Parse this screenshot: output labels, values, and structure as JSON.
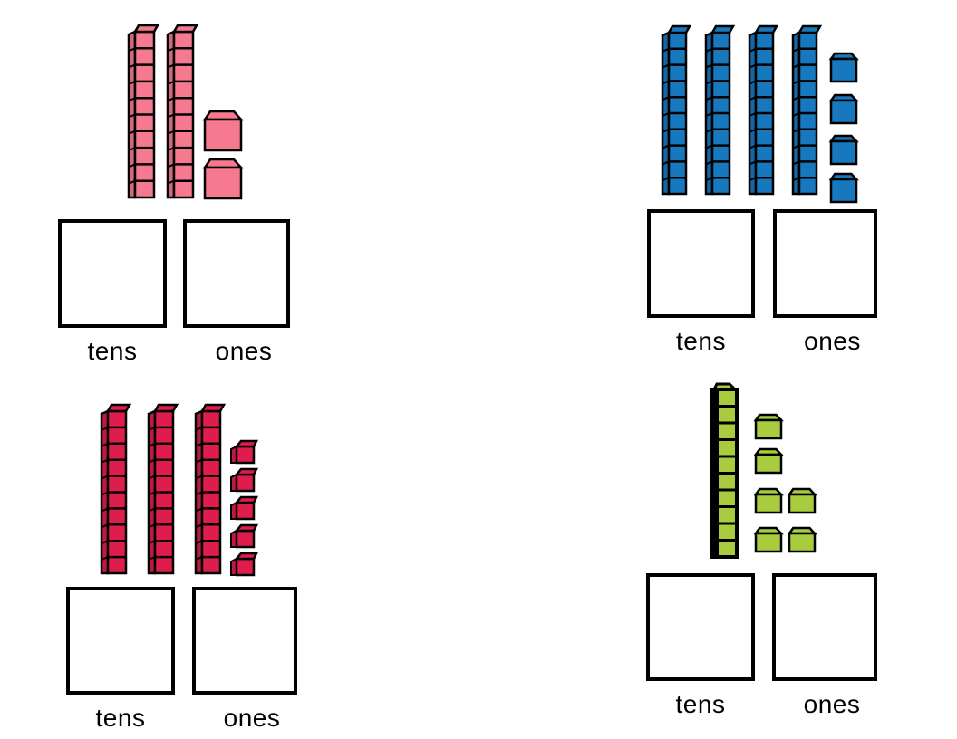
{
  "worksheet": {
    "background_color": "#ffffff",
    "box_border_color": "#000000",
    "label_color": "#000000"
  },
  "groups": [
    {
      "name": "pink-group",
      "quadrant": "top-left",
      "block_color": "#F5798F",
      "outline_color": "#000000",
      "tens_count": 2,
      "ones_count": 2,
      "rod_style": "iso",
      "cube_style": "bevel",
      "tens_label": "tens",
      "ones_label": "ones"
    },
    {
      "name": "blue-group",
      "quadrant": "top-right",
      "block_color": "#1878BE",
      "outline_color": "#000000",
      "tens_count": 4,
      "ones_count": 4,
      "rod_style": "iso",
      "cube_style": "bevel",
      "tens_label": "tens",
      "ones_label": "ones"
    },
    {
      "name": "red-group",
      "quadrant": "bottom-left",
      "block_color": "#DE1D4D",
      "outline_color": "#000000",
      "tens_count": 3,
      "ones_count": 5,
      "rod_style": "iso",
      "cube_style": "iso",
      "tens_label": "tens",
      "ones_label": "ones"
    },
    {
      "name": "green-group",
      "quadrant": "bottom-right",
      "block_color": "#A9CC3E",
      "outline_color": "#000000",
      "tens_count": 1,
      "ones_count": 6,
      "rod_style": "flat",
      "cube_style": "bevel",
      "tens_label": "tens",
      "ones_label": "ones"
    }
  ]
}
